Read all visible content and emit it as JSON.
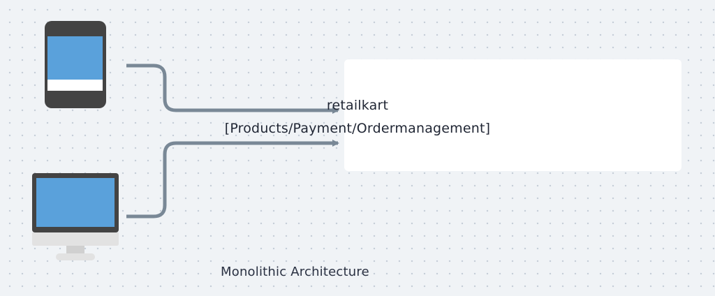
{
  "diagram": {
    "caption": "Monolithic Architecture",
    "service": {
      "name": "retailkart",
      "modules": "[Products/Payment/Ordermanagement]"
    },
    "clients": [
      {
        "icon": "mobile-phone-icon"
      },
      {
        "icon": "desktop-monitor-icon"
      }
    ],
    "colors": {
      "background": "#f0f3f6",
      "screen": "#5aa1db",
      "device_frame": "#434343",
      "arrow": "#798896",
      "box": "#ffffff"
    }
  }
}
